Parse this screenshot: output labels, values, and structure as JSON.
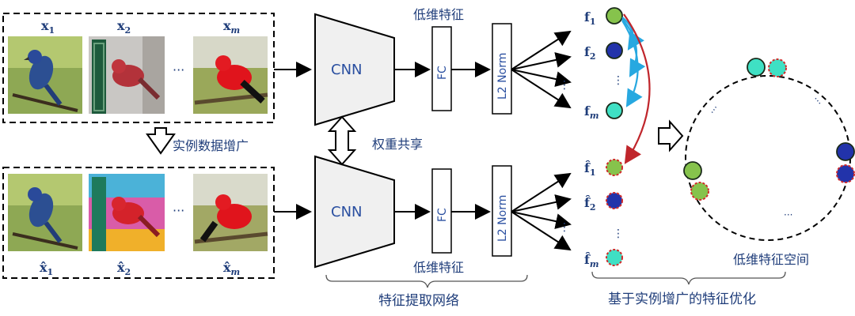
{
  "labels": {
    "x1": "x",
    "x1_sub": "1",
    "x2": "x",
    "x2_sub": "2",
    "xm": "x",
    "xm_sub": "m",
    "xh1": "x̂",
    "xh1_sub": "1",
    "xh2": "x̂",
    "xh2_sub": "2",
    "xhm": "x̂",
    "xhm_sub": "m",
    "dots": "···",
    "augment": "实例数据增广",
    "cnn_top": "CNN",
    "cnn_bottom": "CNN",
    "weight_share": "权重共享",
    "lowdim_top": "低维特征",
    "lowdim_bottom": "低维特征",
    "fc_top": "FC",
    "fc_bottom": "FC",
    "l2_top": "L2 Norm",
    "l2_bottom": "L2 Norm",
    "feature_extraction": "特征提取网络",
    "f1": "f",
    "f1_sub": "1",
    "f2": "f",
    "f2_sub": "2",
    "fm": "f",
    "fm_sub": "m",
    "fh1": "f̂",
    "fh1_sub": "1",
    "fh2": "f̂",
    "fh2_sub": "2",
    "fhm": "f̂",
    "fhm_sub": "m",
    "vdots": "⋮",
    "space_label": "低维特征空间",
    "optimization": "基于实例增广的特征优化"
  },
  "colors": {
    "green": "#86c34c",
    "navy": "#2233aa",
    "teal": "#3fe0c4",
    "red_arrow": "#c0262c",
    "blue_arrow": "#27a8e0",
    "text": "#1f3d7a"
  }
}
